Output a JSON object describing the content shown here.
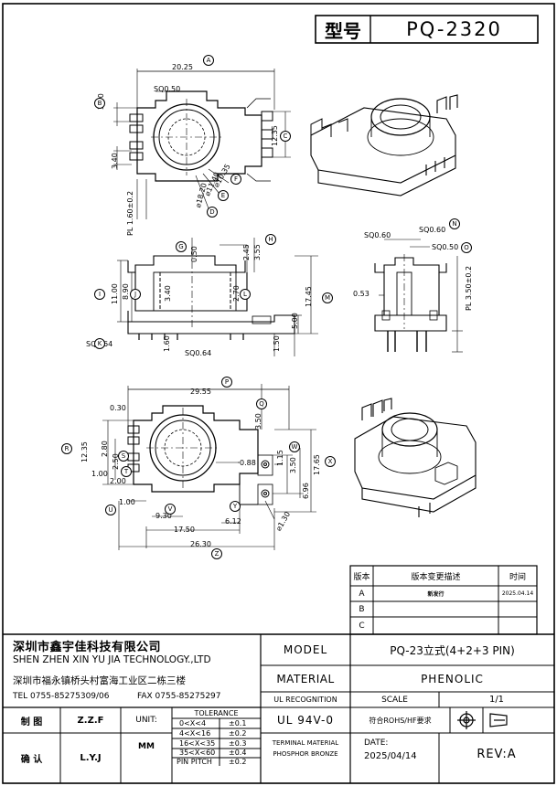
{
  "header": {
    "label_type": "型号",
    "model_code": "PQ-2320"
  },
  "dims": {
    "d20_25": "20.25",
    "sq050": "SQ0.50",
    "d3_40a": "3.40",
    "d3_40b": "3.40",
    "d12_35": "12.35",
    "phi10_35": "⌀10.35",
    "phi11_40": "⌀11.40",
    "phi18_20": "⌀18.20",
    "pl160": "PL 1.60±0.2",
    "g050": "0.50",
    "h245": "2.45",
    "h355": "3.55",
    "i1100": "11.00",
    "j890": "8.90",
    "k340": "3.40",
    "l270": "2.70",
    "m1745": "17.45",
    "n500": "5.00",
    "sq064a": "SQ0.64",
    "d160": "1.60",
    "sq064b": "SQ0.64",
    "d150": "1.50",
    "sq060a": "SQ0.60",
    "sq060b": "SQ0.60",
    "sq050b": "SQ0.50",
    "d053": "0.53",
    "pl350": "PL 3.50±0.2",
    "d2955": "29.55",
    "d030": "0.30",
    "d350": "3.50",
    "d1235b": "12.35",
    "d280": "2.80",
    "d100a": "1.00",
    "d250": "2.50",
    "d200": "2.00",
    "d088": "0.88",
    "d115": "1.15",
    "d350b": "3.50",
    "d696": "6.96",
    "d1765": "17.65",
    "d100b": "1.00",
    "d930": "9.30",
    "d1750": "17.50",
    "d612": "6.12",
    "phi130": "⌀1.30",
    "d2630": "26.30"
  },
  "callouts": [
    "A",
    "B",
    "C",
    "D",
    "E",
    "F",
    "G",
    "H",
    "I",
    "J",
    "K",
    "L",
    "M",
    "N",
    "O",
    "P",
    "Q",
    "R",
    "S",
    "T",
    "U",
    "V",
    "W",
    "X",
    "Y",
    "Z"
  ],
  "revision": {
    "col_version": "版本",
    "col_desc": "版本变更描述",
    "col_time": "时间",
    "rows": [
      {
        "ver": "A",
        "desc": "新发行",
        "time": "2025.04.14"
      },
      {
        "ver": "B",
        "desc": "",
        "time": ""
      },
      {
        "ver": "C",
        "desc": "",
        "time": ""
      }
    ]
  },
  "company": {
    "name_cn": "深圳市鑫宇佳科技有限公司",
    "name_en": "SHEN ZHEN XIN YU JIA TECHNOLOGY.,LTD",
    "address": "深圳市福永镇桥头村富海工业区二栋三楼",
    "tel": "TEL 0755-85275309/06",
    "fax": "FAX 0755-85275297"
  },
  "title_block": {
    "model_label": "MODEL",
    "model_value": "PQ-23立式(4+2+3 PIN)",
    "material_label": "MATERIAL",
    "material_value": "PHENOLIC",
    "ul_label": "UL RECOGNITION",
    "scale_label": "SCALE",
    "scale_value": "1/1",
    "ul_value": "UL 94V-0",
    "rohs": "符合ROHS/HF要求",
    "terminal_line1": "TERMINAL MATERIAL",
    "terminal_line2": "PHOSPHOR BRONZE",
    "date_label": "DATE:",
    "date_value": "2025/04/14",
    "rev": "REV:A"
  },
  "signoff": {
    "made_label": "制 图",
    "made_by": "Z.Z.F",
    "unit_label": "UNIT:",
    "check_label": "确 认",
    "check_by": "L.Y.J",
    "unit_value": "MM"
  },
  "tolerance": {
    "title": "TOLERANCE",
    "rows": [
      {
        "range": "0<X<4",
        "tol": "±0.1"
      },
      {
        "range": "4<X<16",
        "tol": "±0.2"
      },
      {
        "range": "16<X<35",
        "tol": "±0.3"
      },
      {
        "range": "35<X<60",
        "tol": "±0.4"
      },
      {
        "range": "PIN PITCH",
        "tol": "±0.2"
      }
    ]
  }
}
